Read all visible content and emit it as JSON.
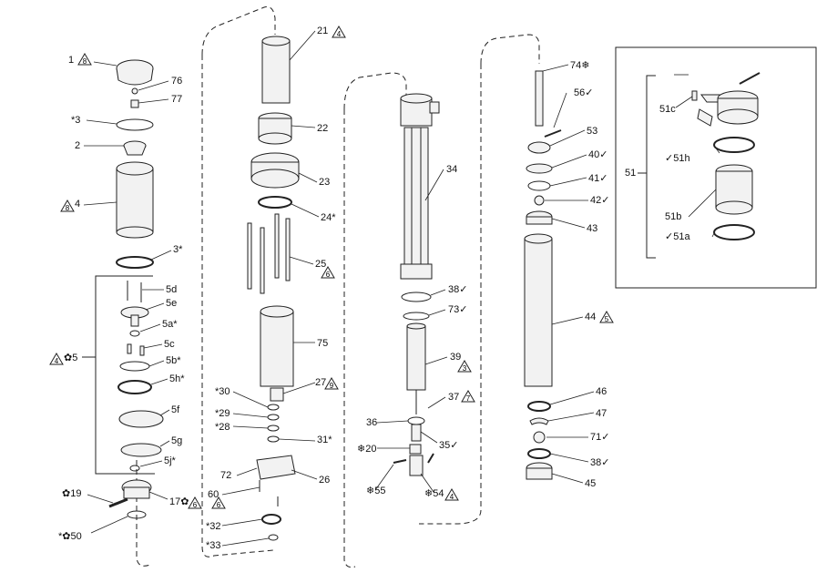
{
  "labels": {
    "l1": "1",
    "l76": "76",
    "l77": "77",
    "l3a": "*3",
    "l2": "2",
    "l4": "4",
    "l3b": "3*",
    "l5": "✿5",
    "l5d": "5d",
    "l5e": "5e",
    "l5a": "5a*",
    "l5c": "5c",
    "l5b": "5b*",
    "l5h": "5h*",
    "l5f": "5f",
    "l5g": "5g",
    "l5j": "5j*",
    "l19": "✿19",
    "l17": "17✿",
    "l50": "*✿50",
    "l21": "21",
    "l22": "22",
    "l23": "23",
    "l24": "24*",
    "l25": "25",
    "l75": "75",
    "l27": "27",
    "l30": "*30",
    "l29": "*29",
    "l28": "*28",
    "l31": "31*",
    "l26": "26",
    "l72": "72",
    "l60": "60",
    "l32": "*32",
    "l33": "*33",
    "l34": "34",
    "l38a": "38✓",
    "l73": "73✓",
    "l39": "39",
    "l37": "37",
    "l36": "36",
    "l20": "❄20",
    "l35": "35✓",
    "l55": "❄55",
    "l54": "❄54",
    "l74": "74❄",
    "l56": "56✓",
    "l53": "53",
    "l40": "40✓",
    "l41": "41✓",
    "l42": "42✓",
    "l43": "43",
    "l44": "44",
    "l46": "46",
    "l47": "47",
    "l71": "71✓",
    "l38b": "38✓",
    "l45": "45",
    "l51": "51",
    "l51c": "51c",
    "l51h": "✓51h",
    "l51b": "51b",
    "l51a": "✓51a"
  },
  "warning_tags": {
    "t1": "8",
    "t4": "8",
    "t5": "4",
    "t17": "6",
    "t21": "4",
    "t25": "6",
    "t27": "9",
    "t60": "6",
    "t39": "3",
    "t37": "7",
    "t54": "4",
    "t44": "5"
  },
  "colors": {
    "line": "#222222",
    "part_fill": "#f2f2f2",
    "part_shade": "#d6d6d6"
  }
}
